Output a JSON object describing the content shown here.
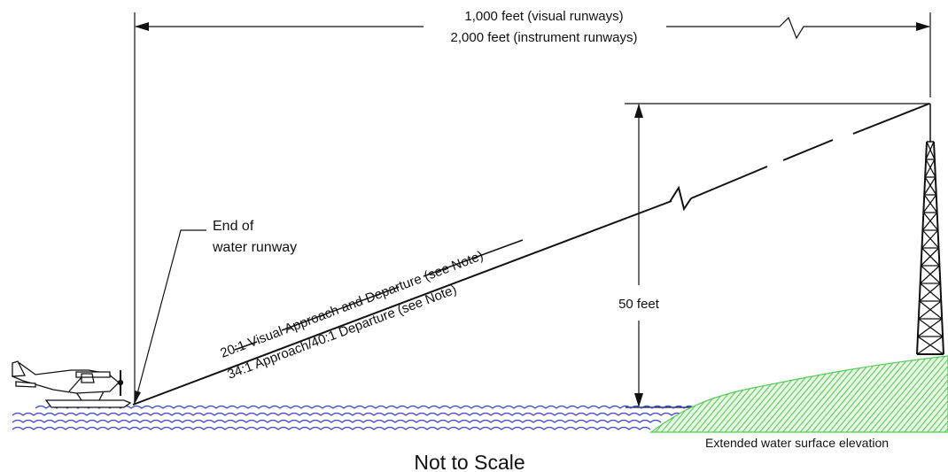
{
  "dimension": {
    "line1": "1,000 feet (visual runways)",
    "line2": "2,000 feet (instrument runways)"
  },
  "height_label": "50 feet",
  "runway_end": {
    "line1": "End of",
    "line2": "water runway"
  },
  "slopes": {
    "visual": "20:1 Visual Approach and Departure (see Note)",
    "instrument": "34:1 Approach/40:1 Departure (see Note)"
  },
  "ground_label": "Extended water surface elevation",
  "footer": "Not to Scale",
  "colors": {
    "line": "#111111",
    "water": "#3344cc",
    "ground": "#55cc55"
  },
  "icons": {
    "aircraft": "seaplane-icon",
    "obstacle": "lattice-tower-icon"
  }
}
